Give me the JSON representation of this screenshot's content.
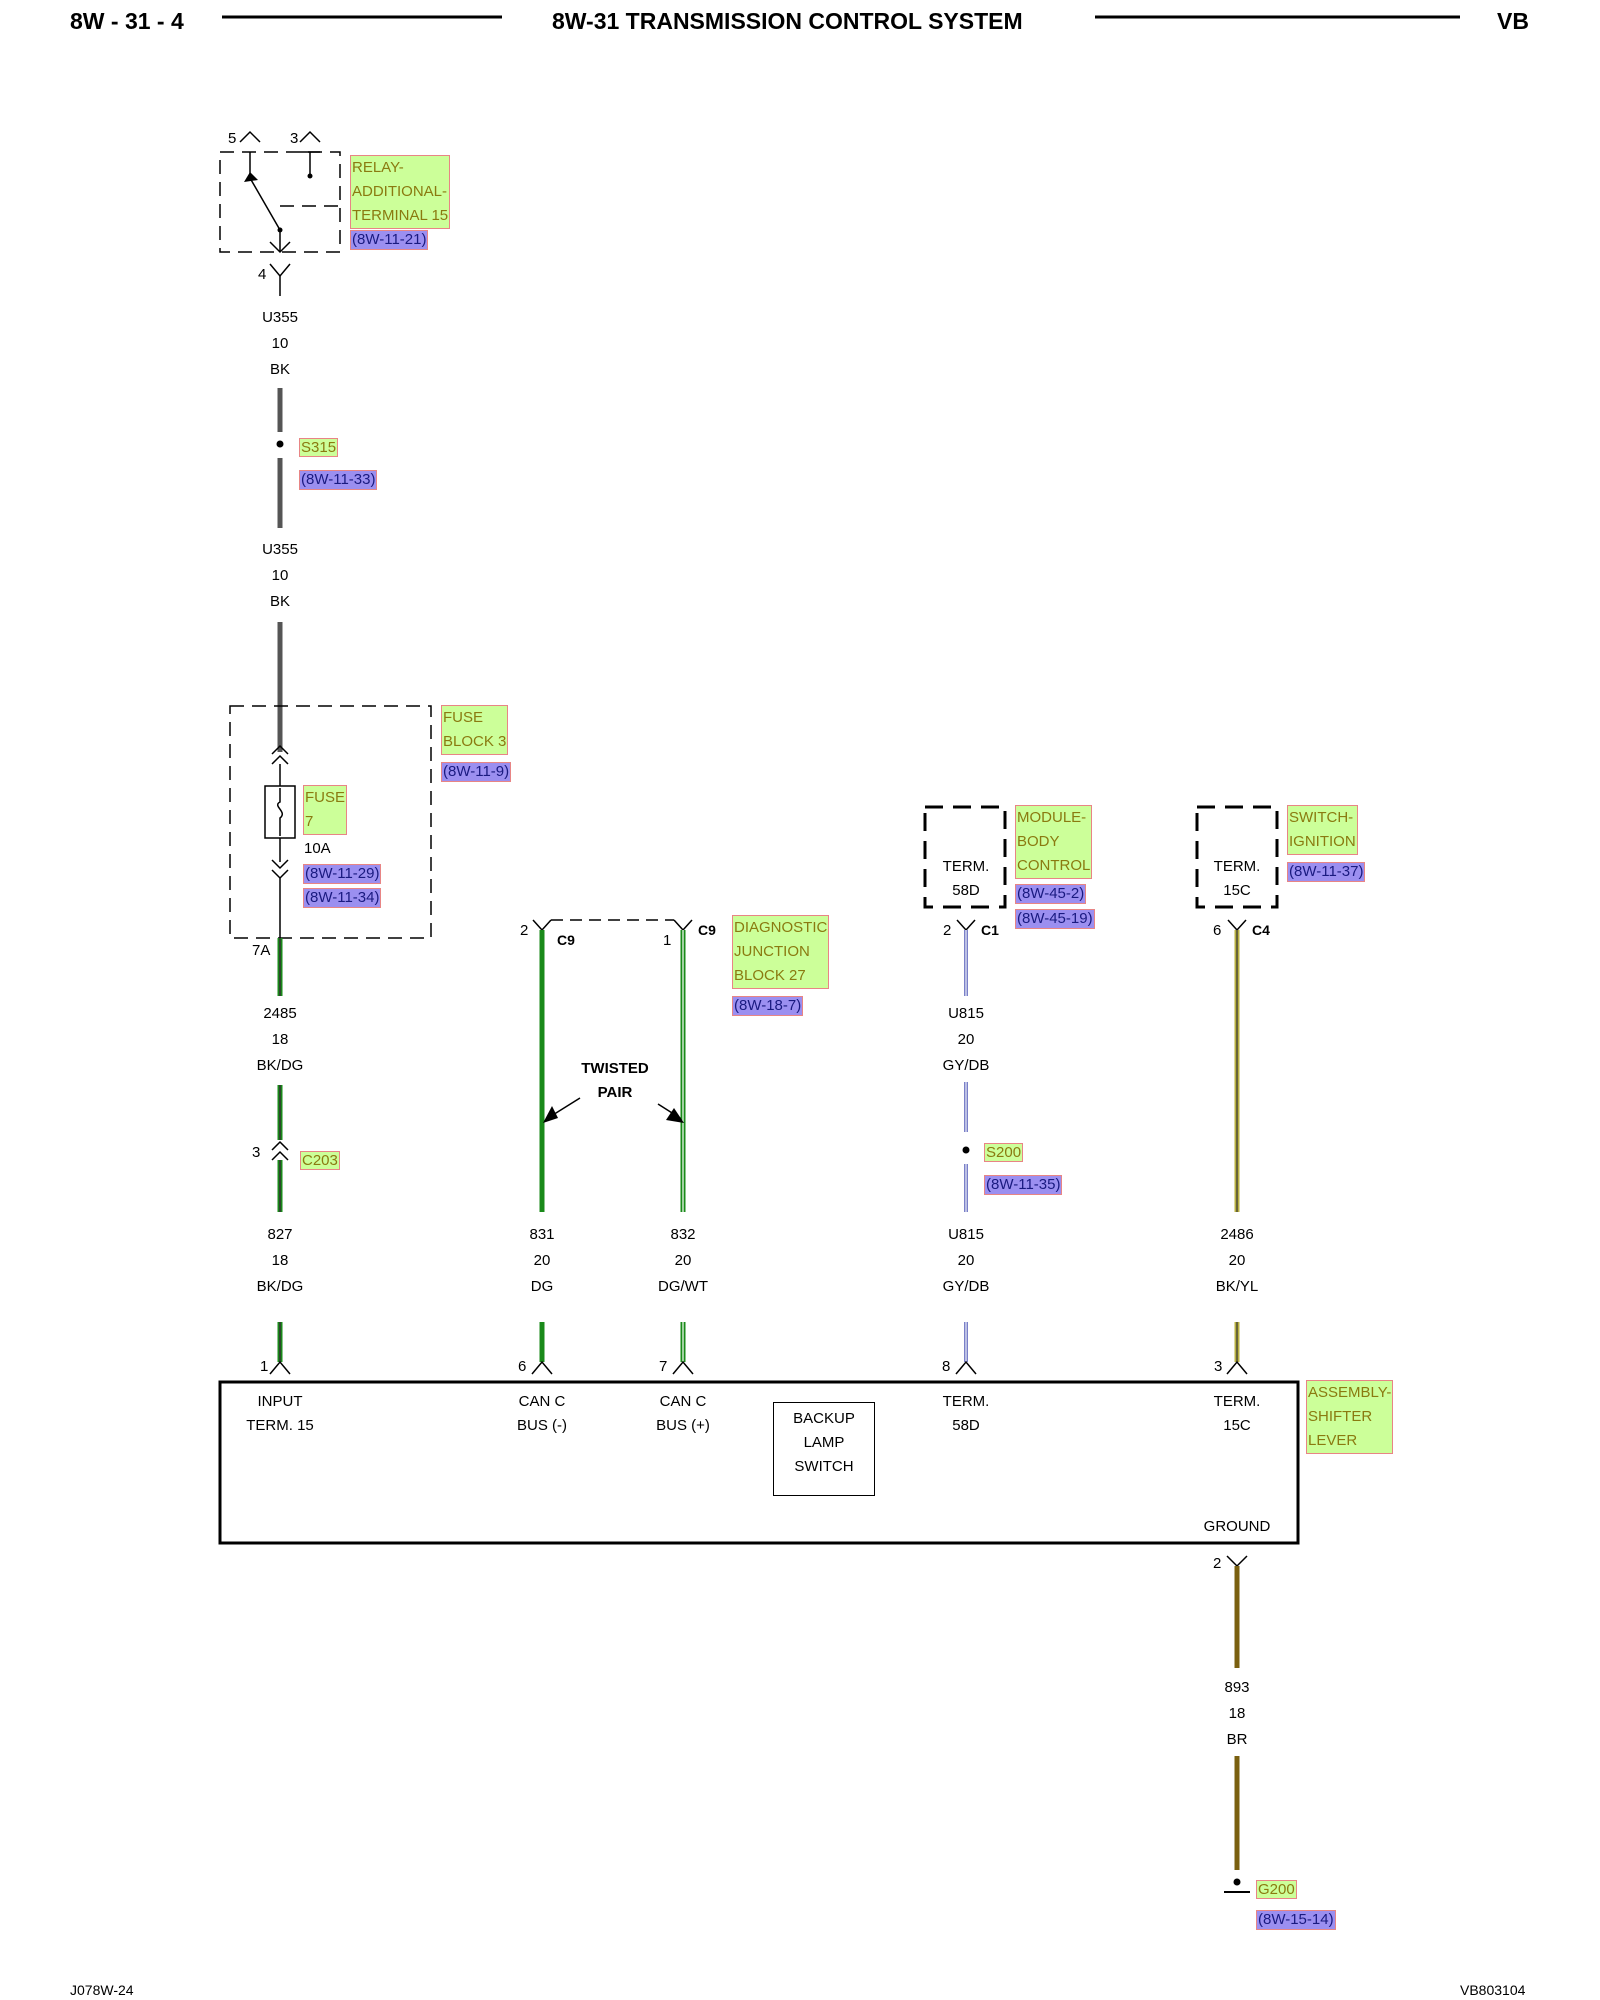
{
  "header": {
    "page_code": "8W - 31 - 4",
    "title": "8W-31 TRANSMISSION CONTROL SYSTEM",
    "model": "VB"
  },
  "footer": {
    "left": "J078W-24",
    "right": "VB803104"
  },
  "relay": {
    "name_lines": [
      "RELAY-",
      "ADDITIONAL-",
      "TERMINAL 15"
    ],
    "ref": "(8W-11-21)",
    "pin_5": "5",
    "pin_3": "3",
    "pin_4": "4"
  },
  "wire_u355_top": {
    "circuit": "U355",
    "gauge": "10",
    "color": "BK"
  },
  "splice_s315": {
    "name": "S315",
    "ref": "(8W-11-33)"
  },
  "wire_u355_bottom": {
    "circuit": "U355",
    "gauge": "10",
    "color": "BK"
  },
  "fuse_block": {
    "name_lines": [
      "FUSE",
      "BLOCK 3"
    ],
    "ref": "(8W-11-9)",
    "fuse_name_lines": [
      "FUSE",
      "7"
    ],
    "fuse_rating": "10A",
    "fuse_refs": [
      "(8W-11-29)",
      "(8W-11-34)"
    ],
    "cavity": "7A"
  },
  "wire_2485": {
    "circuit": "2485",
    "gauge": "18",
    "color": "BK/DG"
  },
  "connector_c203": {
    "name": "C203",
    "pin": "3"
  },
  "wire_827": {
    "circuit": "827",
    "gauge": "18",
    "color": "BK/DG"
  },
  "djb": {
    "name_lines": [
      "DIAGNOSTIC",
      "JUNCTION",
      "BLOCK 27"
    ],
    "ref": "(8W-18-7)",
    "connector": "C9",
    "pin_left": "2",
    "pin_right": "1"
  },
  "twisted_pair": {
    "lines": [
      "TWISTED",
      "PAIR"
    ]
  },
  "wire_831": {
    "circuit": "831",
    "gauge": "20",
    "color": "DG"
  },
  "wire_832": {
    "circuit": "832",
    "gauge": "20",
    "color": "DG/WT"
  },
  "bcm": {
    "name_lines": [
      "MODULE-",
      "BODY",
      "CONTROL"
    ],
    "refs": [
      "(8W-45-2)",
      "(8W-45-19)"
    ],
    "term_lines": [
      "TERM.",
      "58D"
    ],
    "connector": "C1",
    "pin": "2"
  },
  "wire_u815_top": {
    "circuit": "U815",
    "gauge": "20",
    "color": "GY/DB"
  },
  "splice_s200": {
    "name": "S200",
    "ref": "(8W-11-35)"
  },
  "wire_u815_bottom": {
    "circuit": "U815",
    "gauge": "20",
    "color": "GY/DB"
  },
  "ignition": {
    "name_lines": [
      "SWITCH-",
      "IGNITION"
    ],
    "ref": "(8W-11-37)",
    "term_lines": [
      "TERM.",
      "15C"
    ],
    "connector": "C4",
    "pin": "6"
  },
  "wire_2486": {
    "circuit": "2486",
    "gauge": "20",
    "color": "BK/YL"
  },
  "shifter": {
    "name_lines": [
      "ASSEMBLY-",
      "SHIFTER",
      "LEVER"
    ],
    "pins": [
      "1",
      "6",
      "7",
      "8",
      "3"
    ],
    "terms": [
      [
        "INPUT",
        "TERM. 15"
      ],
      [
        "CAN C",
        "BUS (-)"
      ],
      [
        "CAN C",
        "BUS (+)"
      ],
      [
        "TERM.",
        "58D"
      ],
      [
        "TERM.",
        "15C"
      ]
    ],
    "backup_lines": [
      "BACKUP",
      "LAMP",
      "SWITCH"
    ],
    "ground_label": "GROUND",
    "ground_pin": "2"
  },
  "wire_893": {
    "circuit": "893",
    "gauge": "18",
    "color": "BR"
  },
  "ground_g200": {
    "name": "G200",
    "ref": "(8W-15-14)"
  },
  "colors": {
    "black": "#000000",
    "bk_wire": "#555555",
    "dg_wire": "#1a8a1a",
    "gy_db_wire": "#7a80c8",
    "bk_yl_wire": "#b8b040",
    "br_wire": "#7a6010",
    "component_fill": "#ccff99",
    "reference_fill": "#9b8ff0",
    "highlight_border": "#e88585"
  }
}
